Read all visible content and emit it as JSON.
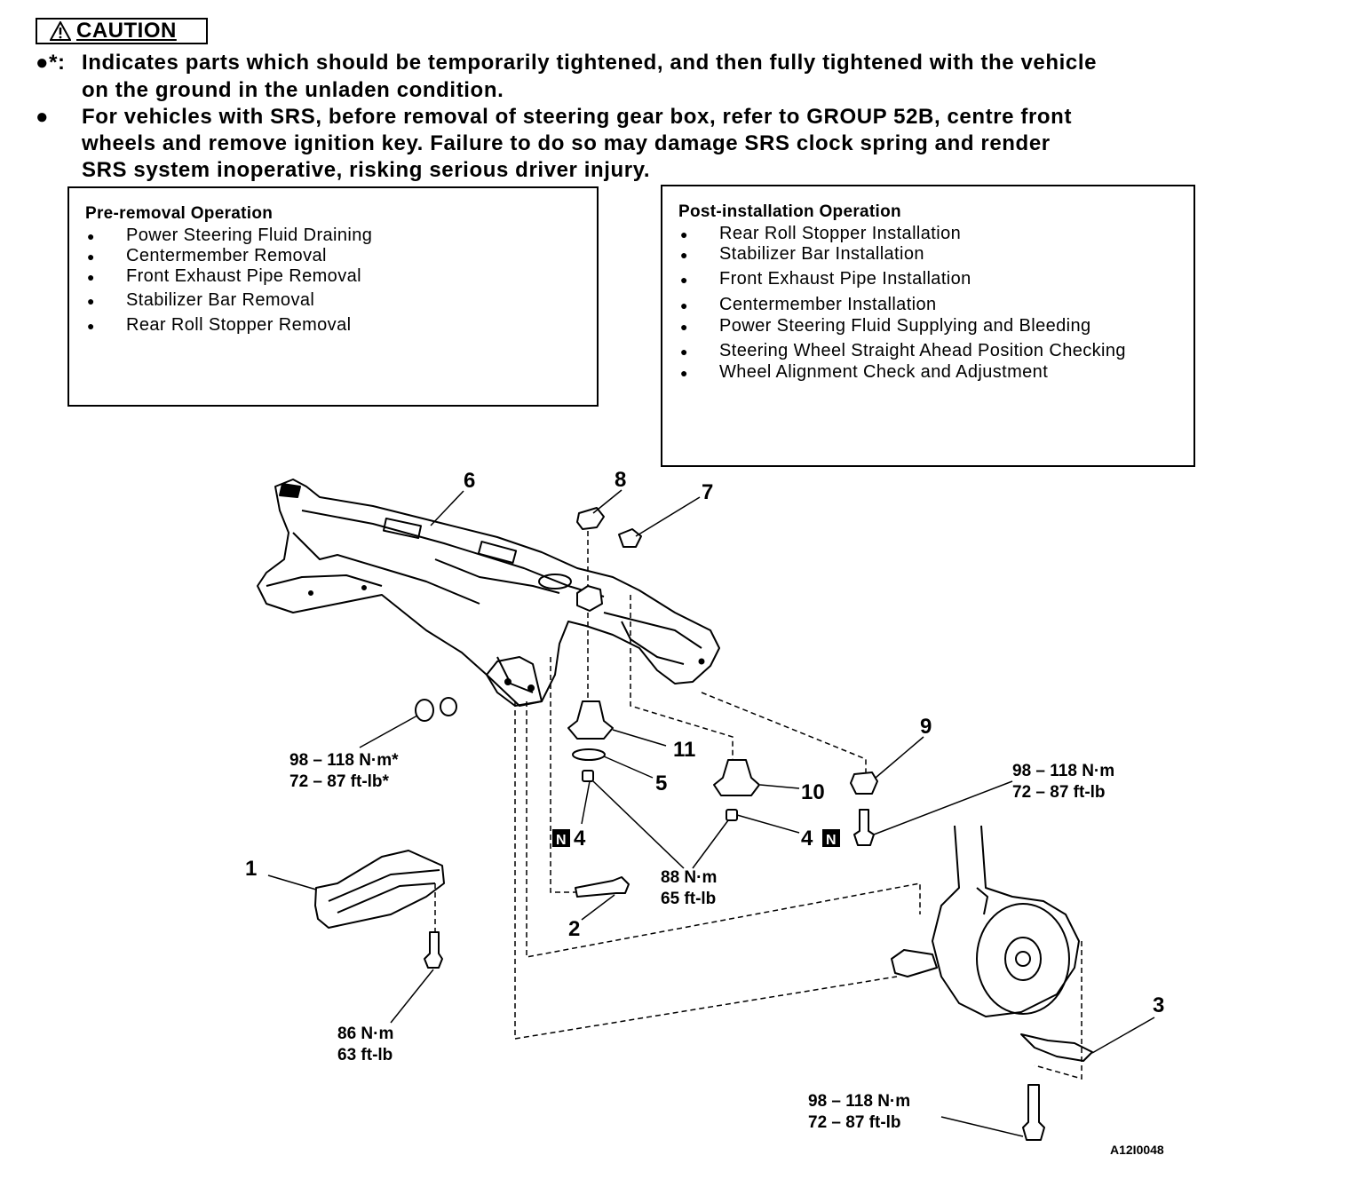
{
  "caution": {
    "heading": "CAUTION",
    "note_marker": "●*:",
    "note_line1": "Indicates parts which should be temporarily tightened, and then fully tightened with the vehicle",
    "note_line2": "on the ground in the unladen condition.",
    "bullet_marker": "●",
    "srs_line1": "For vehicles with SRS, before removal of steering gear box, refer to GROUP 52B, centre front",
    "srs_line2": "wheels and remove ignition key. Failure to do so may damage SRS clock spring and render",
    "srs_line3": "SRS system inoperative, risking serious driver injury."
  },
  "pre_removal": {
    "title": "Pre-removal Operation",
    "items": [
      "Power Steering Fluid Draining",
      "Centermember Removal",
      "Front Exhaust Pipe Removal",
      "Stabilizer Bar Removal",
      "Rear Roll Stopper Removal"
    ]
  },
  "post_installation": {
    "title": "Post-installation Operation",
    "items": [
      "Rear Roll Stopper Installation",
      "Stabilizer Bar Installation",
      "Front Exhaust Pipe Installation",
      "Centermember Installation",
      "Power Steering Fluid Supplying and Bleeding",
      "Steering Wheel Straight Ahead Position Checking",
      "Wheel Alignment Check and Adjustment"
    ]
  },
  "diagram": {
    "part_numbers": [
      "1",
      "2",
      "3",
      "4",
      "4",
      "5",
      "6",
      "7",
      "8",
      "9",
      "10",
      "11"
    ],
    "n_symbol": "N",
    "torques": {
      "left_crossmember_nm": "98 – 118 N·m*",
      "left_crossmember_ftlb": "72 – 87 ft-lb*",
      "right_bolt_nm": "98 – 118 N·m",
      "right_bolt_ftlb": "72 – 87 ft-lb",
      "ball_joint_nm": "88 N·m",
      "ball_joint_ftlb": "65 ft-lb",
      "bracket_nm": "86 N·m",
      "bracket_ftlb": "63 ft-lb",
      "bottom_nm": "98 – 118 N·m",
      "bottom_ftlb": "72 – 87 ft-lb"
    },
    "figure_code": "A12I0048"
  }
}
